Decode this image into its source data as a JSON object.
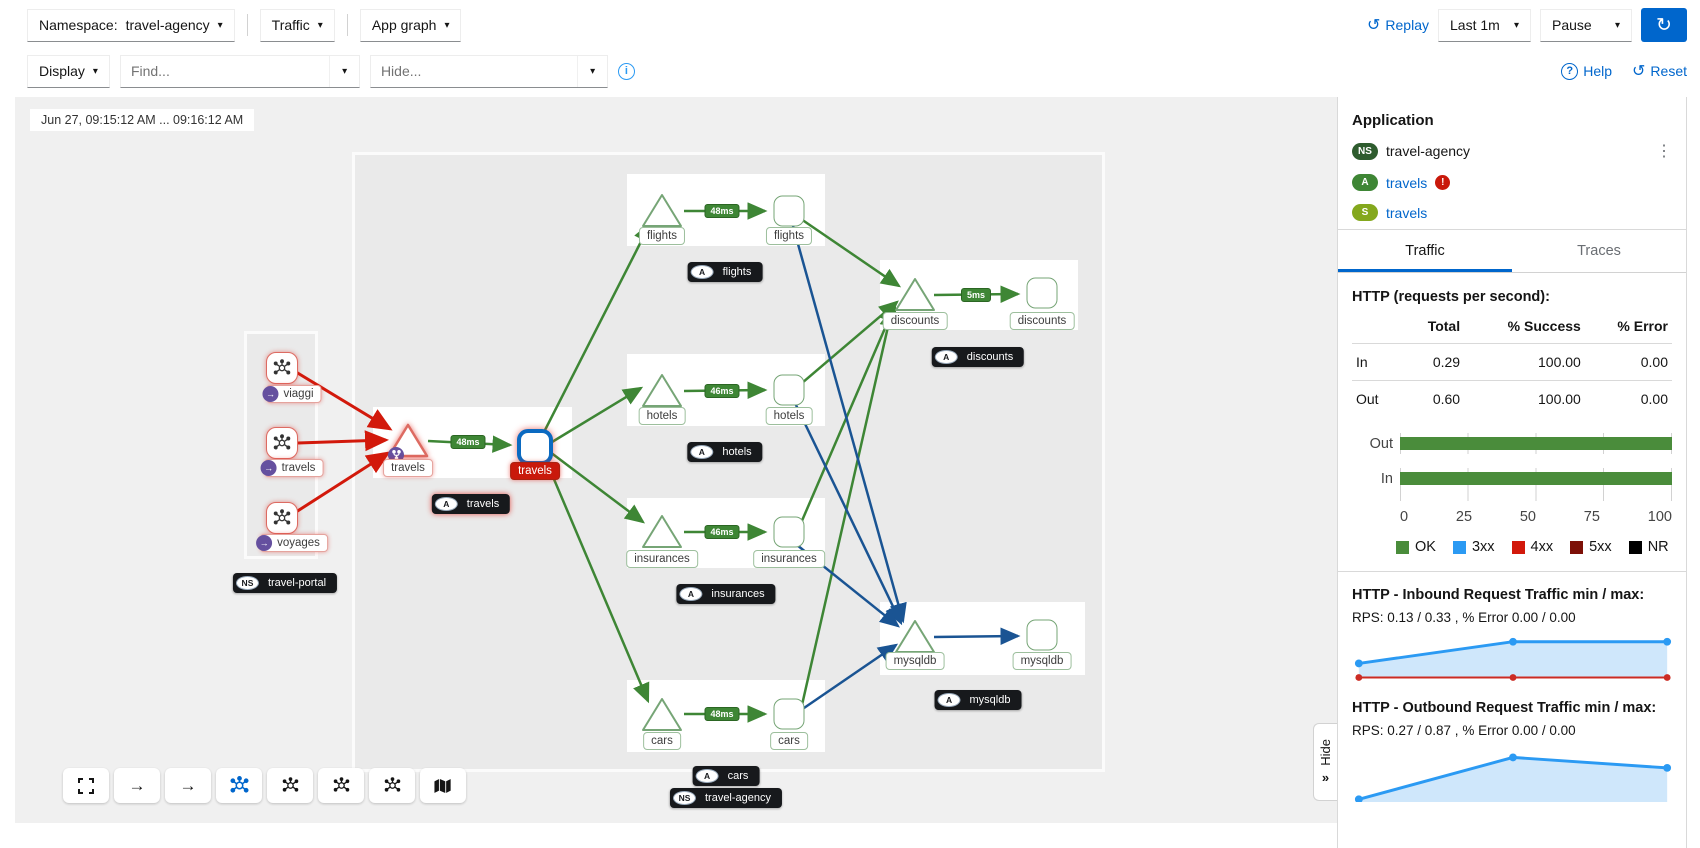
{
  "toolbar": {
    "namespace_label": "Namespace:",
    "namespace_value": "travel-agency",
    "traffic_label": "Traffic",
    "graph_type_label": "App graph",
    "replay_label": "Replay",
    "duration_value": "Last 1m",
    "refresh_value": "Pause",
    "display_label": "Display",
    "find_placeholder": "Find...",
    "hide_placeholder": "Hide...",
    "help_label": "Help",
    "reset_label": "Reset"
  },
  "graph": {
    "timestamp": "Jun 27, 09:15:12 AM ... 09:16:12 AM",
    "badge_app": "A",
    "badge_ns": "NS",
    "portal": {
      "label": "travel-portal",
      "nodes": [
        "viaggi",
        "travels",
        "voyages"
      ]
    },
    "agency": {
      "label": "travel-agency"
    },
    "apps": {
      "travels": {
        "name": "travels",
        "latency": "48ms"
      },
      "flights": {
        "name": "flights",
        "latency": "48ms"
      },
      "discounts": {
        "name": "discounts",
        "latency": "5ms"
      },
      "hotels": {
        "name": "hotels",
        "latency": "46ms"
      },
      "insurances": {
        "name": "insurances",
        "latency": "46ms"
      },
      "mysqldb": {
        "name": "mysqldb",
        "latency": ""
      },
      "cars": {
        "name": "cars",
        "latency": "48ms"
      }
    },
    "edges": [
      {
        "from": "viaggi",
        "to": "travels",
        "status": "error"
      },
      {
        "from": "travels (portal)",
        "to": "travels",
        "status": "error"
      },
      {
        "from": "voyages",
        "to": "travels",
        "status": "error"
      },
      {
        "from": "travels",
        "to": "flights|hotels|insurances|cars|discounts",
        "status": "ok"
      },
      {
        "from": "flights|hotels|insurances|cars",
        "to": "mysqldb",
        "status": "db"
      }
    ]
  },
  "panel": {
    "title": "Application",
    "namespace": {
      "badge": "NS",
      "name": "travel-agency"
    },
    "app": {
      "badge": "A",
      "name": "travels"
    },
    "service": {
      "badge": "S",
      "name": "travels"
    },
    "tabs": {
      "traffic": "Traffic",
      "traces": "Traces"
    },
    "http_heading": "HTTP (requests per second):",
    "table": {
      "headers": [
        "",
        "Total",
        "% Success",
        "% Error"
      ],
      "rows": [
        [
          "In",
          "0.29",
          "100.00",
          "0.00"
        ],
        [
          "Out",
          "0.60",
          "100.00",
          "0.00"
        ]
      ]
    },
    "hide_label": "Hide",
    "hide_chevrons": "»"
  },
  "chart_data": [
    {
      "type": "bar",
      "orientation": "horizontal",
      "categories": [
        "Out",
        "In"
      ],
      "values": [
        100,
        100
      ],
      "xlim": [
        0,
        100
      ],
      "ticks": [
        "0",
        "25",
        "50",
        "75",
        "100"
      ],
      "bar_color": "#4a8c3b",
      "legend": [
        {
          "label": "OK",
          "color": "#4a8c3b"
        },
        {
          "label": "3xx",
          "color": "#2b9af3"
        },
        {
          "label": "4xx",
          "color": "#d2190b"
        },
        {
          "label": "5xx",
          "color": "#7d1007"
        },
        {
          "label": "NR",
          "color": "#000000"
        }
      ]
    },
    {
      "type": "area",
      "title": "HTTP - Inbound Request Traffic min / max:",
      "subtitle": "RPS: 0.13 / 0.33 , % Error 0.00 / 0.00",
      "ymax": 0.36,
      "series": [
        {
          "name": "RPS",
          "color": "#2b9af3",
          "fill": "#cfe7fb",
          "values": [
            0.13,
            0.33,
            0.33
          ]
        },
        {
          "name": "% Error",
          "color": "#cc2c24",
          "values": [
            0,
            0,
            0
          ]
        }
      ]
    },
    {
      "type": "area",
      "title": "HTTP - Outbound Request Traffic min / max:",
      "subtitle": "RPS: 0.27 / 0.87 , % Error 0.00 / 0.00",
      "ymax": 0.95,
      "series": [
        {
          "name": "RPS",
          "color": "#2b9af3",
          "fill": "#cfe7fb",
          "values": [
            0.27,
            0.87,
            0.72
          ]
        },
        {
          "name": "% Error",
          "color": "#cc2c24",
          "values": [
            0,
            0,
            0
          ]
        }
      ]
    }
  ]
}
